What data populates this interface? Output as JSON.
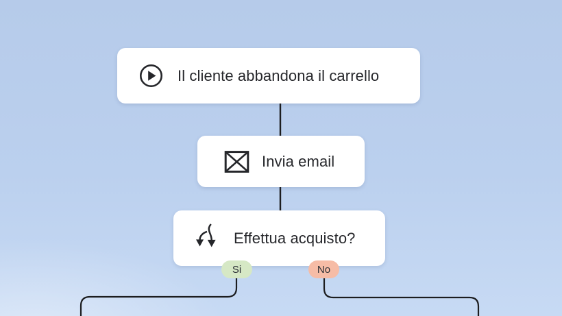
{
  "background": {
    "top": "#b6cbea",
    "bottom": "#c7daf4"
  },
  "connector_color": "#1c1d1f",
  "icon_color": "#25262a",
  "flowchart": {
    "nodes": {
      "trigger": {
        "label": "Il cliente abbandona il carrello",
        "icon": "play-icon"
      },
      "action": {
        "label": "Invia email",
        "icon": "envelope-icon"
      },
      "condition": {
        "label": "Effettua acquisto?",
        "icon": "branch-split-icon"
      }
    },
    "branch_labels": {
      "yes": {
        "text": "Si",
        "color": "#d6e8c5"
      },
      "no": {
        "text": "No",
        "color": "#f6bca6"
      }
    }
  }
}
